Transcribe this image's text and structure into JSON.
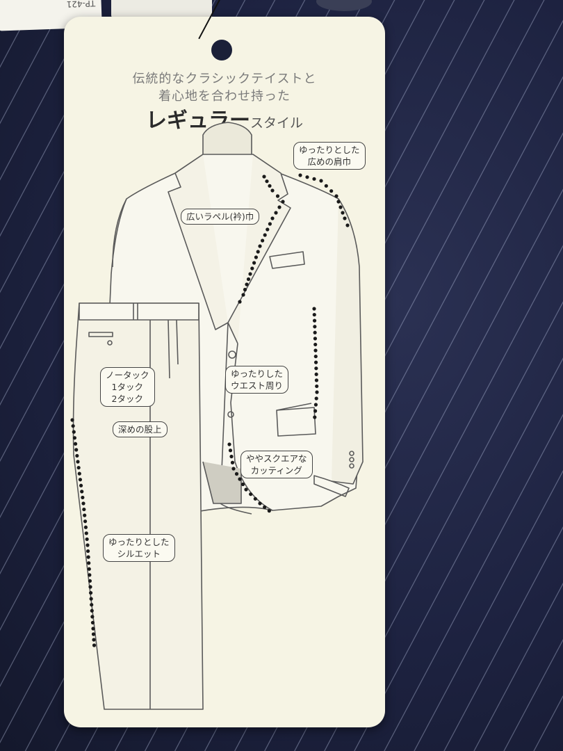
{
  "corner_tag": {
    "text": "TP-421"
  },
  "card": {
    "heading_line1": "伝統的なクラシックテイストと",
    "heading_line2": "着心地を合わせ持った",
    "heading_main": "レギュラー",
    "heading_suffix": "スタイル"
  },
  "callouts": {
    "shoulder": [
      "ゆったりとした",
      "広めの肩巾"
    ],
    "lapel": "広いラペル(衿)巾",
    "waist": [
      "ゆったりした",
      "ウエスト周り"
    ],
    "cutting": [
      "ややスクエアな",
      "カッティング"
    ],
    "tuck": [
      "ノータック",
      "1タック",
      "2タック"
    ],
    "rise": "深めの股上",
    "silhouette": [
      "ゆったりとした",
      "シルエット"
    ]
  },
  "colors": {
    "card": "#f6f4e4",
    "suit_fabric": "#1d2240",
    "line": "#555555",
    "dots": "#1a1a1a"
  }
}
